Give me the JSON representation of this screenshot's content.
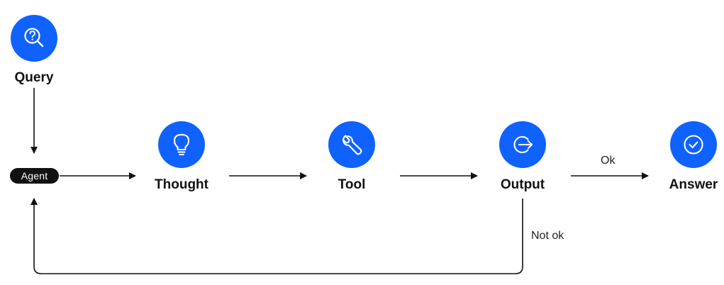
{
  "nodes": {
    "query": {
      "label": "Query",
      "icon": "search-question-icon"
    },
    "agent": {
      "label": "Agent"
    },
    "thought": {
      "label": "Thought",
      "icon": "lightbulb-icon"
    },
    "tool": {
      "label": "Tool",
      "icon": "wrench-icon"
    },
    "output": {
      "label": "Output",
      "icon": "exit-arrow-icon"
    },
    "answer": {
      "label": "Answer",
      "icon": "checkmark-icon"
    }
  },
  "edges": {
    "ok_label": "Ok",
    "not_ok_label": "Not ok"
  },
  "colors": {
    "node_fill": "#0f62fe",
    "icon": "#ffffff",
    "line": "#111111",
    "agent_pill": "#111111"
  }
}
